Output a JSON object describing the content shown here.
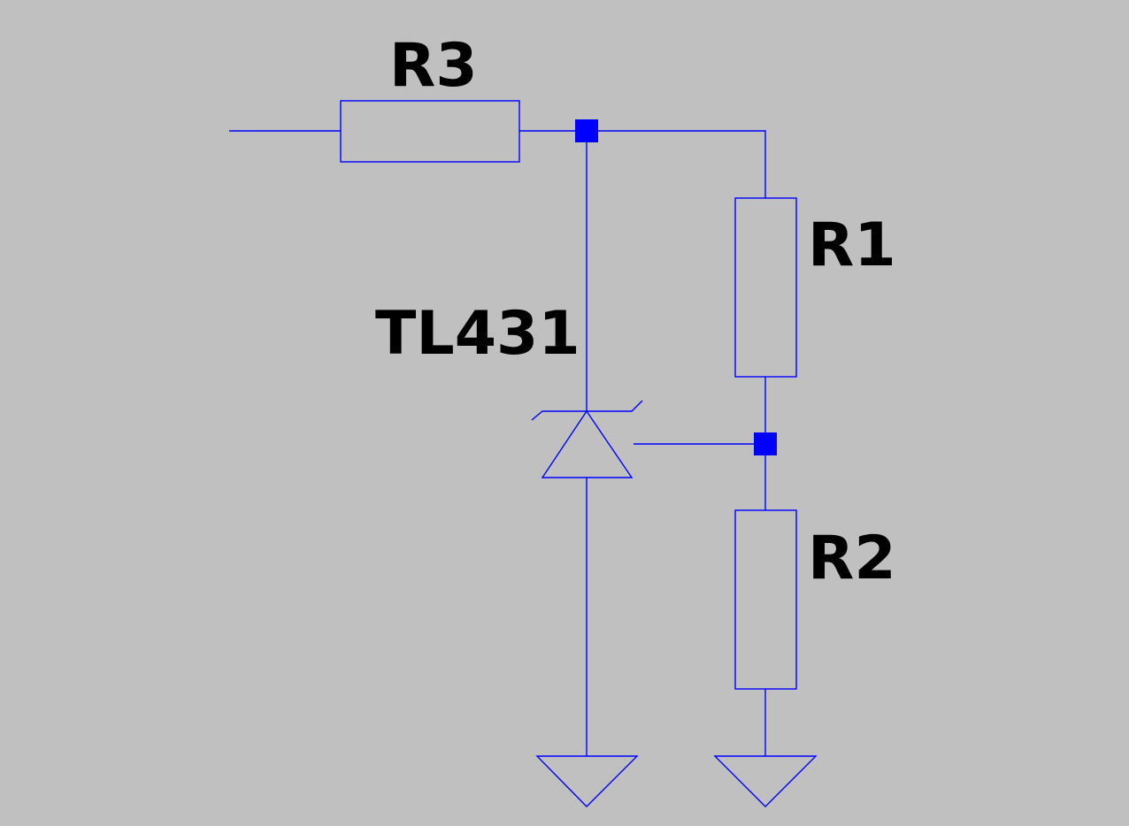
{
  "schematic": {
    "labels": {
      "r3": "R3",
      "r1": "R1",
      "r2": "R2",
      "tl431": "TL431"
    },
    "colors": {
      "background": "#c0c0c0",
      "wire": "#0000ff",
      "label": "#000000"
    }
  }
}
